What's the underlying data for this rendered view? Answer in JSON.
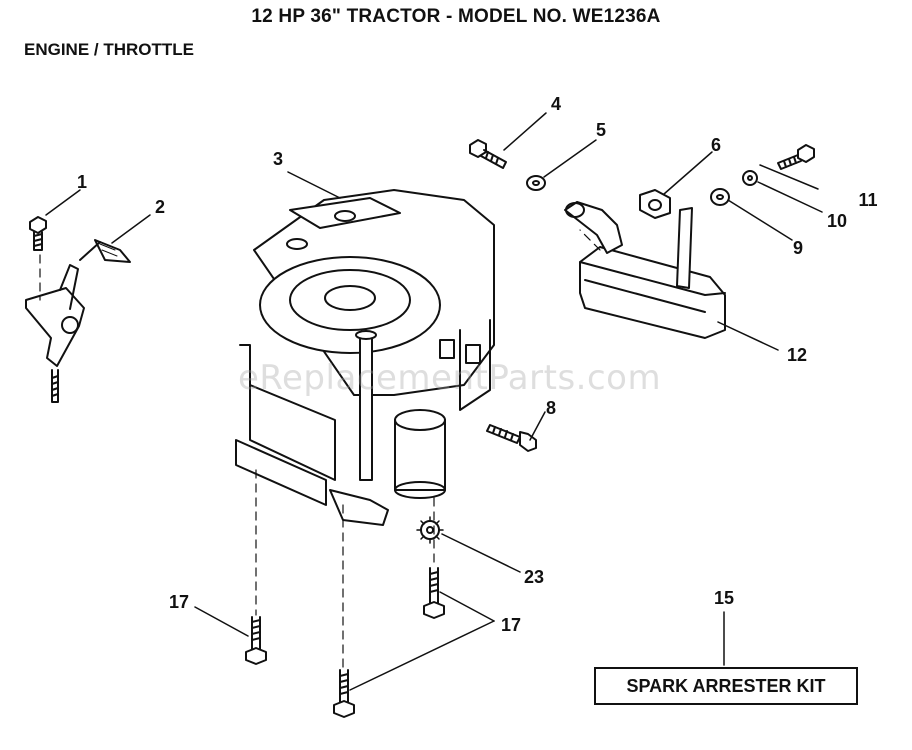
{
  "title": "12 HP 36\" TRACTOR - MODEL NO. WE1236A",
  "subtitle": "ENGINE / THROTTLE",
  "watermark": "eReplacementParts.com",
  "kit_label": "SPARK ARRESTER KIT",
  "callouts": {
    "c1": "1",
    "c2": "2",
    "c3": "3",
    "c4": "4",
    "c5": "5",
    "c6": "6",
    "c8": "8",
    "c9": "9",
    "c10": "10",
    "c11": "11",
    "c12": "12",
    "c15": "15",
    "c17a": "17",
    "c17b": "17",
    "c23": "23"
  },
  "colors": {
    "ink": "#111111",
    "watermark": "#a0a0a0"
  }
}
